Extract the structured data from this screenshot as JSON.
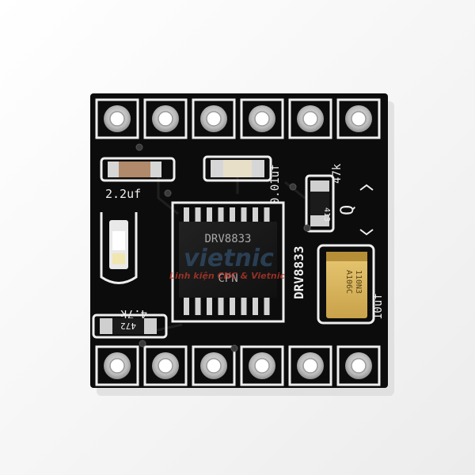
{
  "board": {
    "pcb_color": "#0c0c0c",
    "silk_color": "#eeeeee",
    "pad_color": "#c9c9c9",
    "label_cap_c1": "2.2uf",
    "label_cap_c2": "0.01uf",
    "label_res_r1": "47k",
    "label_res_r2": "4.7k",
    "label_cap_c3": "10uf",
    "label_model": "DRV8833",
    "label_q": "Q",
    "chip_line1": "DRV8833",
    "chip_line2": "CPN",
    "res1_code": "413",
    "res2_code": "472",
    "tant_line1": "A106C",
    "tant_line2": "110N3"
  },
  "watermark": {
    "brand": "vietnic",
    "slogan": "Linh kiện CNC & Vietnic"
  }
}
